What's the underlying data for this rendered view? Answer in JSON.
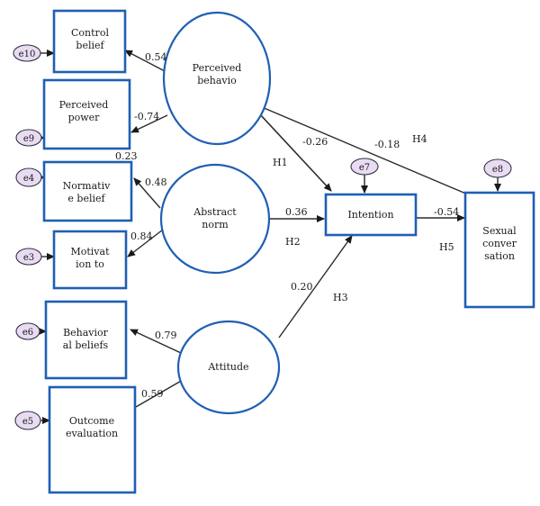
{
  "boxes": {
    "control_belief": [
      "Control",
      "belief"
    ],
    "perceived_power": [
      "Perceived",
      "power"
    ],
    "normative_belief": [
      "Normativ",
      "e belief"
    ],
    "motivation_to": [
      "Motivat",
      "ion to"
    ],
    "behavioral_beliefs": [
      "Behavior",
      "al beliefs"
    ],
    "outcome_evaluation": [
      "Outcome",
      "evaluation"
    ],
    "intention": [
      "Intention"
    ],
    "sexual_conversation": [
      "Sexual",
      "conver",
      "sation"
    ]
  },
  "constructs": {
    "perceived_behavior": [
      "Perceived",
      "behavio"
    ],
    "abstract_norm": [
      "Abstract",
      "norm"
    ],
    "attitude": [
      "Attitude"
    ]
  },
  "errors": {
    "e10": "e10",
    "e9": "e9",
    "e4": "e4",
    "e3": "e3",
    "e6": "e6",
    "e5": "e5",
    "e7": "e7",
    "e8": "e8"
  },
  "coefficients": {
    "pb_control": "0.54",
    "pb_power": "-0.74",
    "pb_intention": "-0.26",
    "pb_sexual": "-0.18",
    "an_normative": "0.48",
    "an_motivation": "0.84",
    "an_intention": "0.36",
    "att_behavioral": "0.79",
    "att_outcome": "0.59",
    "att_intention": "0.20",
    "int_sexual": "-0.54",
    "corr_small": "0.23"
  },
  "hypotheses": {
    "h1": "H1",
    "h2": "H2",
    "h3": "H3",
    "h4": "H4",
    "h5": "H5"
  }
}
